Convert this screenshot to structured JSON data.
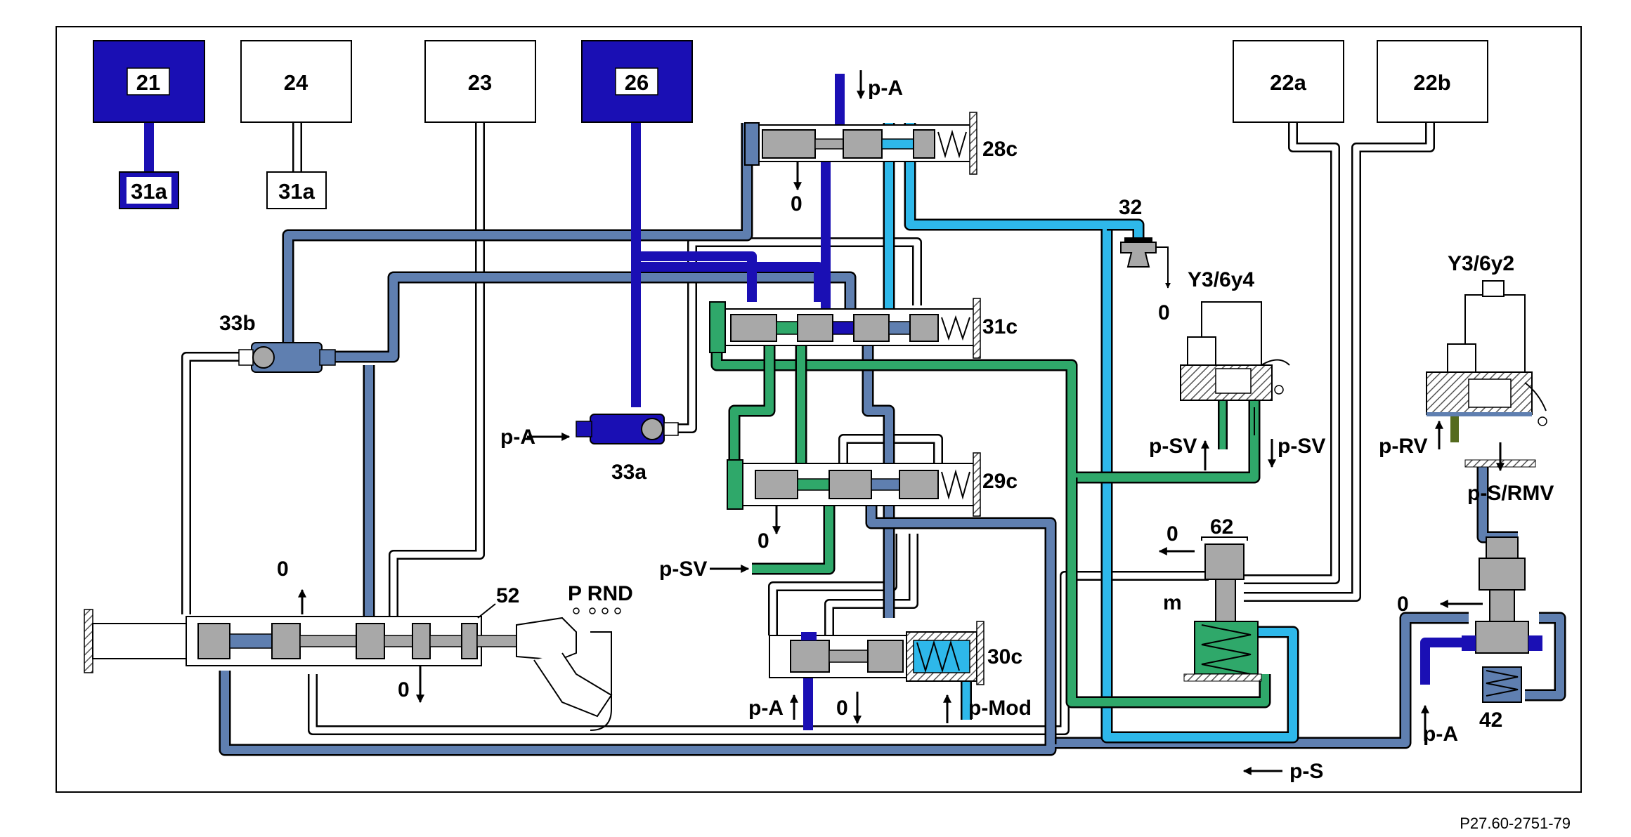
{
  "colors": {
    "dark_blue": "#1a0fb4",
    "slate_blue": "#5f7fb0",
    "light_blue": "#2eb8ea",
    "green": "#2fa86a",
    "olive": "#556b1e",
    "valve_gray": "#a8a8a8",
    "outline": "#000000"
  },
  "components": {
    "box_21": "21",
    "box_24": "24",
    "box_23": "23",
    "box_26": "26",
    "box_22a": "22a",
    "box_22b": "22b",
    "box_31a_left": "31a",
    "box_31a_right": "31a"
  },
  "labels": {
    "pA_top": "p-A",
    "pA_33a": "p-A",
    "pA_30c": "p-A",
    "pA_42": "p-A",
    "v28c": "28c",
    "v31c": "31c",
    "v29c": "29c",
    "v30c": "30c",
    "v33a": "33a",
    "v33b": "33b",
    "v32": "32",
    "v52": "52",
    "v62": "62",
    "v42": "42",
    "m": "m",
    "y3_6y4": "Y3/6y4",
    "y3_6y2": "Y3/6y2",
    "pSV_left": "p-SV",
    "pSV_y4_left": "p-SV",
    "pSV_y4_right": "p-SV",
    "pRV": "p-RV",
    "pSRMV": "p-S/RMV",
    "pMod": "p-Mod",
    "pS": "p-S",
    "prnd": "P RND",
    "zero_28c": "0",
    "zero_32": "0",
    "zero_62": "0",
    "zero_29c": "0",
    "zero_52_up": "0",
    "zero_52_down": "0",
    "zero_30c": "0",
    "zero_42": "0",
    "reference": "P27.60-2751-79"
  }
}
